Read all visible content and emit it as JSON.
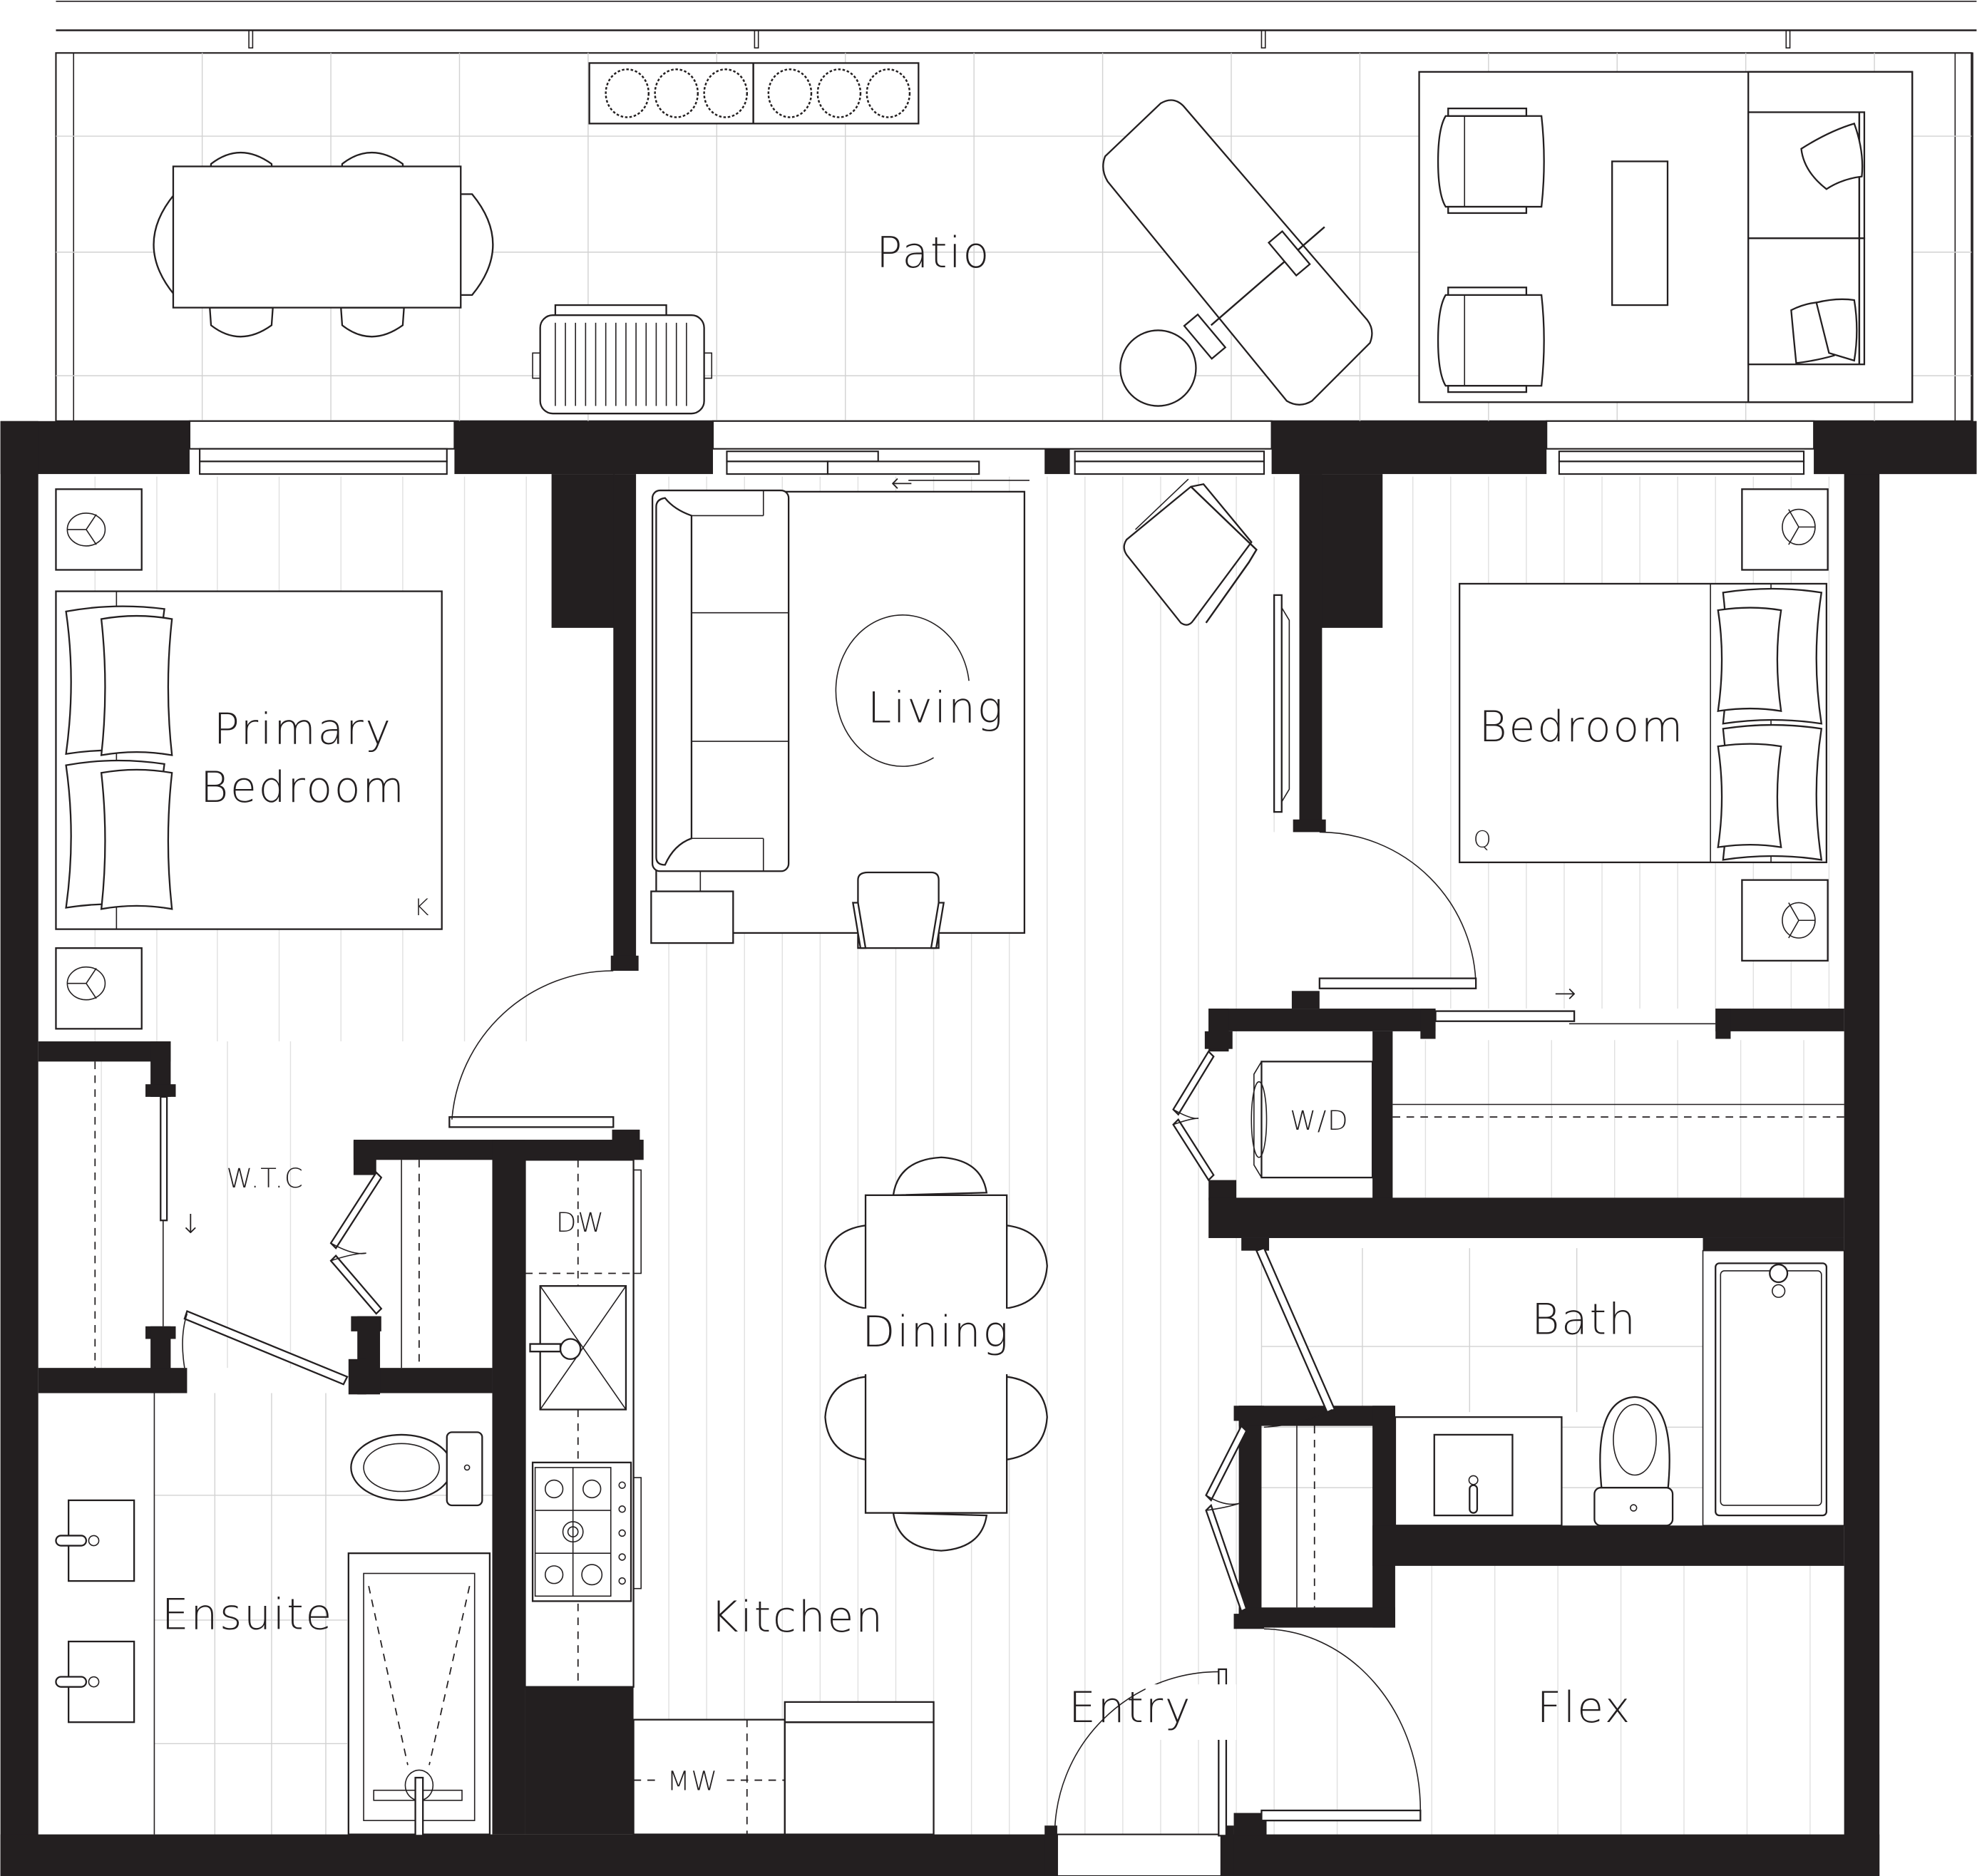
{
  "plan": {
    "type": "floor-plan",
    "colors": {
      "wall": "#231f20",
      "background": "#ffffff",
      "grid": "#d2d2d2"
    }
  },
  "rooms": {
    "patio": {
      "label": "Patio"
    },
    "primary_bedroom": {
      "label_line1": "Primary",
      "label_line2": "Bedroom",
      "bed_size": "K"
    },
    "living": {
      "label": "Living"
    },
    "bedroom": {
      "label": "Bedroom",
      "bed_size": "Q"
    },
    "wtc": {
      "label": "W.T.C"
    },
    "dining": {
      "label": "Dining"
    },
    "kitchen": {
      "label": "Kitchen"
    },
    "ensuite": {
      "label": "Ensuite"
    },
    "bath": {
      "label": "Bath"
    },
    "entry": {
      "label": "Entry"
    },
    "flex": {
      "label": "Flex"
    }
  },
  "appliances": {
    "dishwasher": "DW",
    "microwave": "MW",
    "washer_dryer": "W/D"
  },
  "arrows": {
    "living_slider": "←",
    "bedroom_slider": "→",
    "wtc_slider": "↓"
  }
}
